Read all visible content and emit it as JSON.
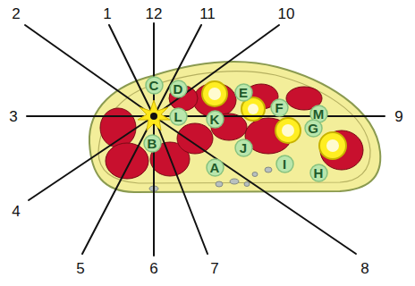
{
  "diagram": {
    "nodes": [
      {
        "text": [
          "C"
        ]
      },
      {
        "text": [
          "D"
        ]
      },
      {
        "text": [
          "E"
        ]
      },
      {
        "text": [
          "F"
        ]
      },
      {
        "text": [
          "M"
        ]
      },
      {
        "text": [
          "L"
        ]
      },
      {
        "text": [
          "K"
        ]
      },
      {
        "text": [
          "G"
        ]
      },
      {
        "text": [
          "B"
        ]
      },
      {
        "text": [
          "J"
        ]
      },
      {
        "text": [
          "A"
        ]
      },
      {
        "text": [
          "I"
        ]
      },
      {
        "text": [
          "H"
        ]
      }
    ],
    "labels": [
      "2",
      "1",
      "12",
      "11",
      "10",
      "3",
      "9",
      "4",
      "5",
      "6",
      "7",
      "8"
    ]
  }
}
